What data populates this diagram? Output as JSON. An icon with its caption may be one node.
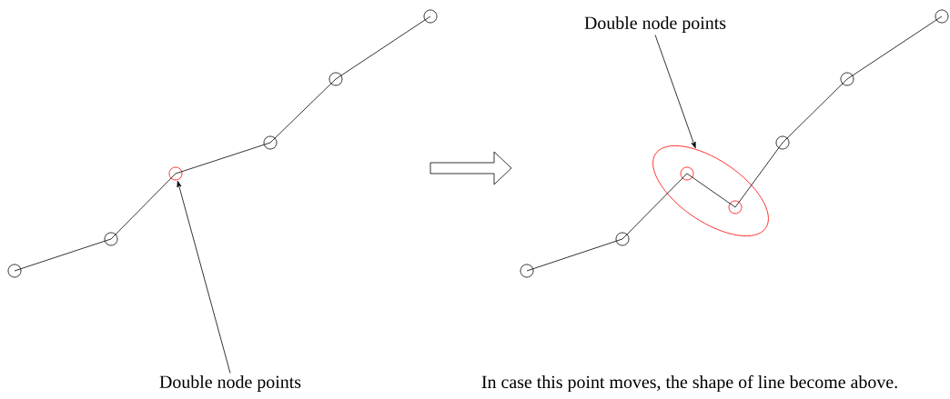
{
  "diagram": {
    "nodes": [
      {
        "text": [],
        "shape": "circle"
      },
      {
        "text": [],
        "shape": "circle"
      },
      {
        "text": [],
        "shape": "circle"
      },
      {
        "text": [],
        "shape": "circle"
      },
      {
        "text": [],
        "shape": "circle"
      },
      {
        "text": [],
        "shape": "circle"
      },
      {
        "text": [
          "Double node points"
        ]
      },
      {
        "text": [
          "Double node points"
        ]
      },
      {
        "text": [],
        "shape": "ellipse"
      },
      {
        "text": [],
        "shape": "circle"
      },
      {
        "text": [],
        "shape": "circle"
      },
      {
        "text": [],
        "shape": "circle",
        "in": 8
      },
      {
        "text": [],
        "shape": "circle",
        "in": 8
      },
      {
        "text": [],
        "shape": "circle"
      },
      {
        "text": [],
        "shape": "circle"
      },
      {
        "text": [],
        "shape": "circle"
      }
    ],
    "edges": [
      {
        "from": 0,
        "to": 1,
        "arrow": "none"
      },
      {
        "from": 1,
        "to": 2,
        "arrow": "none"
      },
      {
        "from": 2,
        "to": 3,
        "arrow": "none"
      },
      {
        "from": 3,
        "to": 4,
        "arrow": "none"
      },
      {
        "from": 4,
        "to": 5,
        "arrow": "none"
      },
      {
        "from": 6,
        "to": 2,
        "arrow": "to"
      },
      {
        "from": 7,
        "to": 8,
        "arrow": "to"
      },
      {
        "from": 9,
        "to": 10,
        "arrow": "none"
      },
      {
        "from": 10,
        "to": 11,
        "arrow": "none"
      },
      {
        "from": 11,
        "to": 12,
        "arrow": "none"
      },
      {
        "from": 12,
        "to": 13,
        "arrow": "none"
      },
      {
        "from": 13,
        "to": 14,
        "arrow": "none"
      },
      {
        "from": 14,
        "to": 15,
        "arrow": "none"
      }
    ],
    "labels": [
      "In case this point moves, the shape of line become above."
    ]
  }
}
